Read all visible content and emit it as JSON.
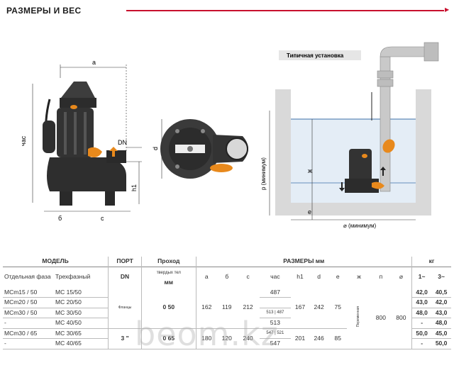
{
  "header": {
    "title": "РАЗМЕРЫ И ВЕС"
  },
  "drawing_labels": {
    "a": "a",
    "chas": "час",
    "dn": "DN",
    "h1": "h1",
    "b": "б",
    "c": "с",
    "d": "d",
    "install_title": "Типичная установка",
    "p_min": "р (минимум)",
    "zh": "ж",
    "e": "е",
    "diam_min": "⌀ (минимум)"
  },
  "table": {
    "model_header": "МОДЕЛЬ",
    "port_header": "ПОРТ",
    "dn_header": "DN",
    "passage_header": "Проход",
    "passage_sub": "твердых тел",
    "mm_header": "мм",
    "dims_header": "РАЗМЕРЫ мм",
    "kg_header": "кг",
    "single_phase": "Отдельная фаза",
    "three_phase": "Трехфазный",
    "dim_cols": [
      "a",
      "б",
      "с",
      "час",
      "h1",
      "d",
      "е",
      "ж",
      "п",
      "⌀"
    ],
    "kg_cols": [
      "1~",
      "3~"
    ],
    "rows": [
      {
        "single": "MCm15 / 50",
        "three": "MC 15/50",
        "kg1": "42,0",
        "kg3": "40,5"
      },
      {
        "single": "MCm20 / 50",
        "three": "MC 20/50",
        "kg1": "43,0",
        "kg3": "42,0"
      },
      {
        "single": "MCm30 / 50",
        "three": "MC 30/50",
        "kg1": "48,0",
        "kg3": "43,0"
      },
      {
        "single": "-",
        "three": "MC 40/50",
        "kg1": "-",
        "kg3": "48,0"
      },
      {
        "single": "MCm30 / 65",
        "three": "MC 30/65",
        "kg1": "50,0",
        "kg3": "45,0"
      },
      {
        "single": "-",
        "three": "MC 40/65",
        "kg1": "-",
        "kg3": "50,0"
      }
    ],
    "g1": {
      "port": "Фланцы",
      "passage": "0 50",
      "a": "162",
      "b": "119",
      "c": "212",
      "chas1": "487",
      "chas2a": "513",
      "chas2b": "487",
      "chas3": "513",
      "h1": "167",
      "d": "242",
      "e": "75"
    },
    "g2": {
      "port": "3 \"",
      "passage": "0 65",
      "a": "180",
      "b": "120",
      "c": "240",
      "chas1a": "547",
      "chas1b": "521",
      "chas2": "547",
      "h1": "201",
      "d": "246",
      "e": "85"
    },
    "zh_note": "Переменная",
    "p": "800",
    "diam": "800"
  },
  "watermark": "beom.kz"
}
